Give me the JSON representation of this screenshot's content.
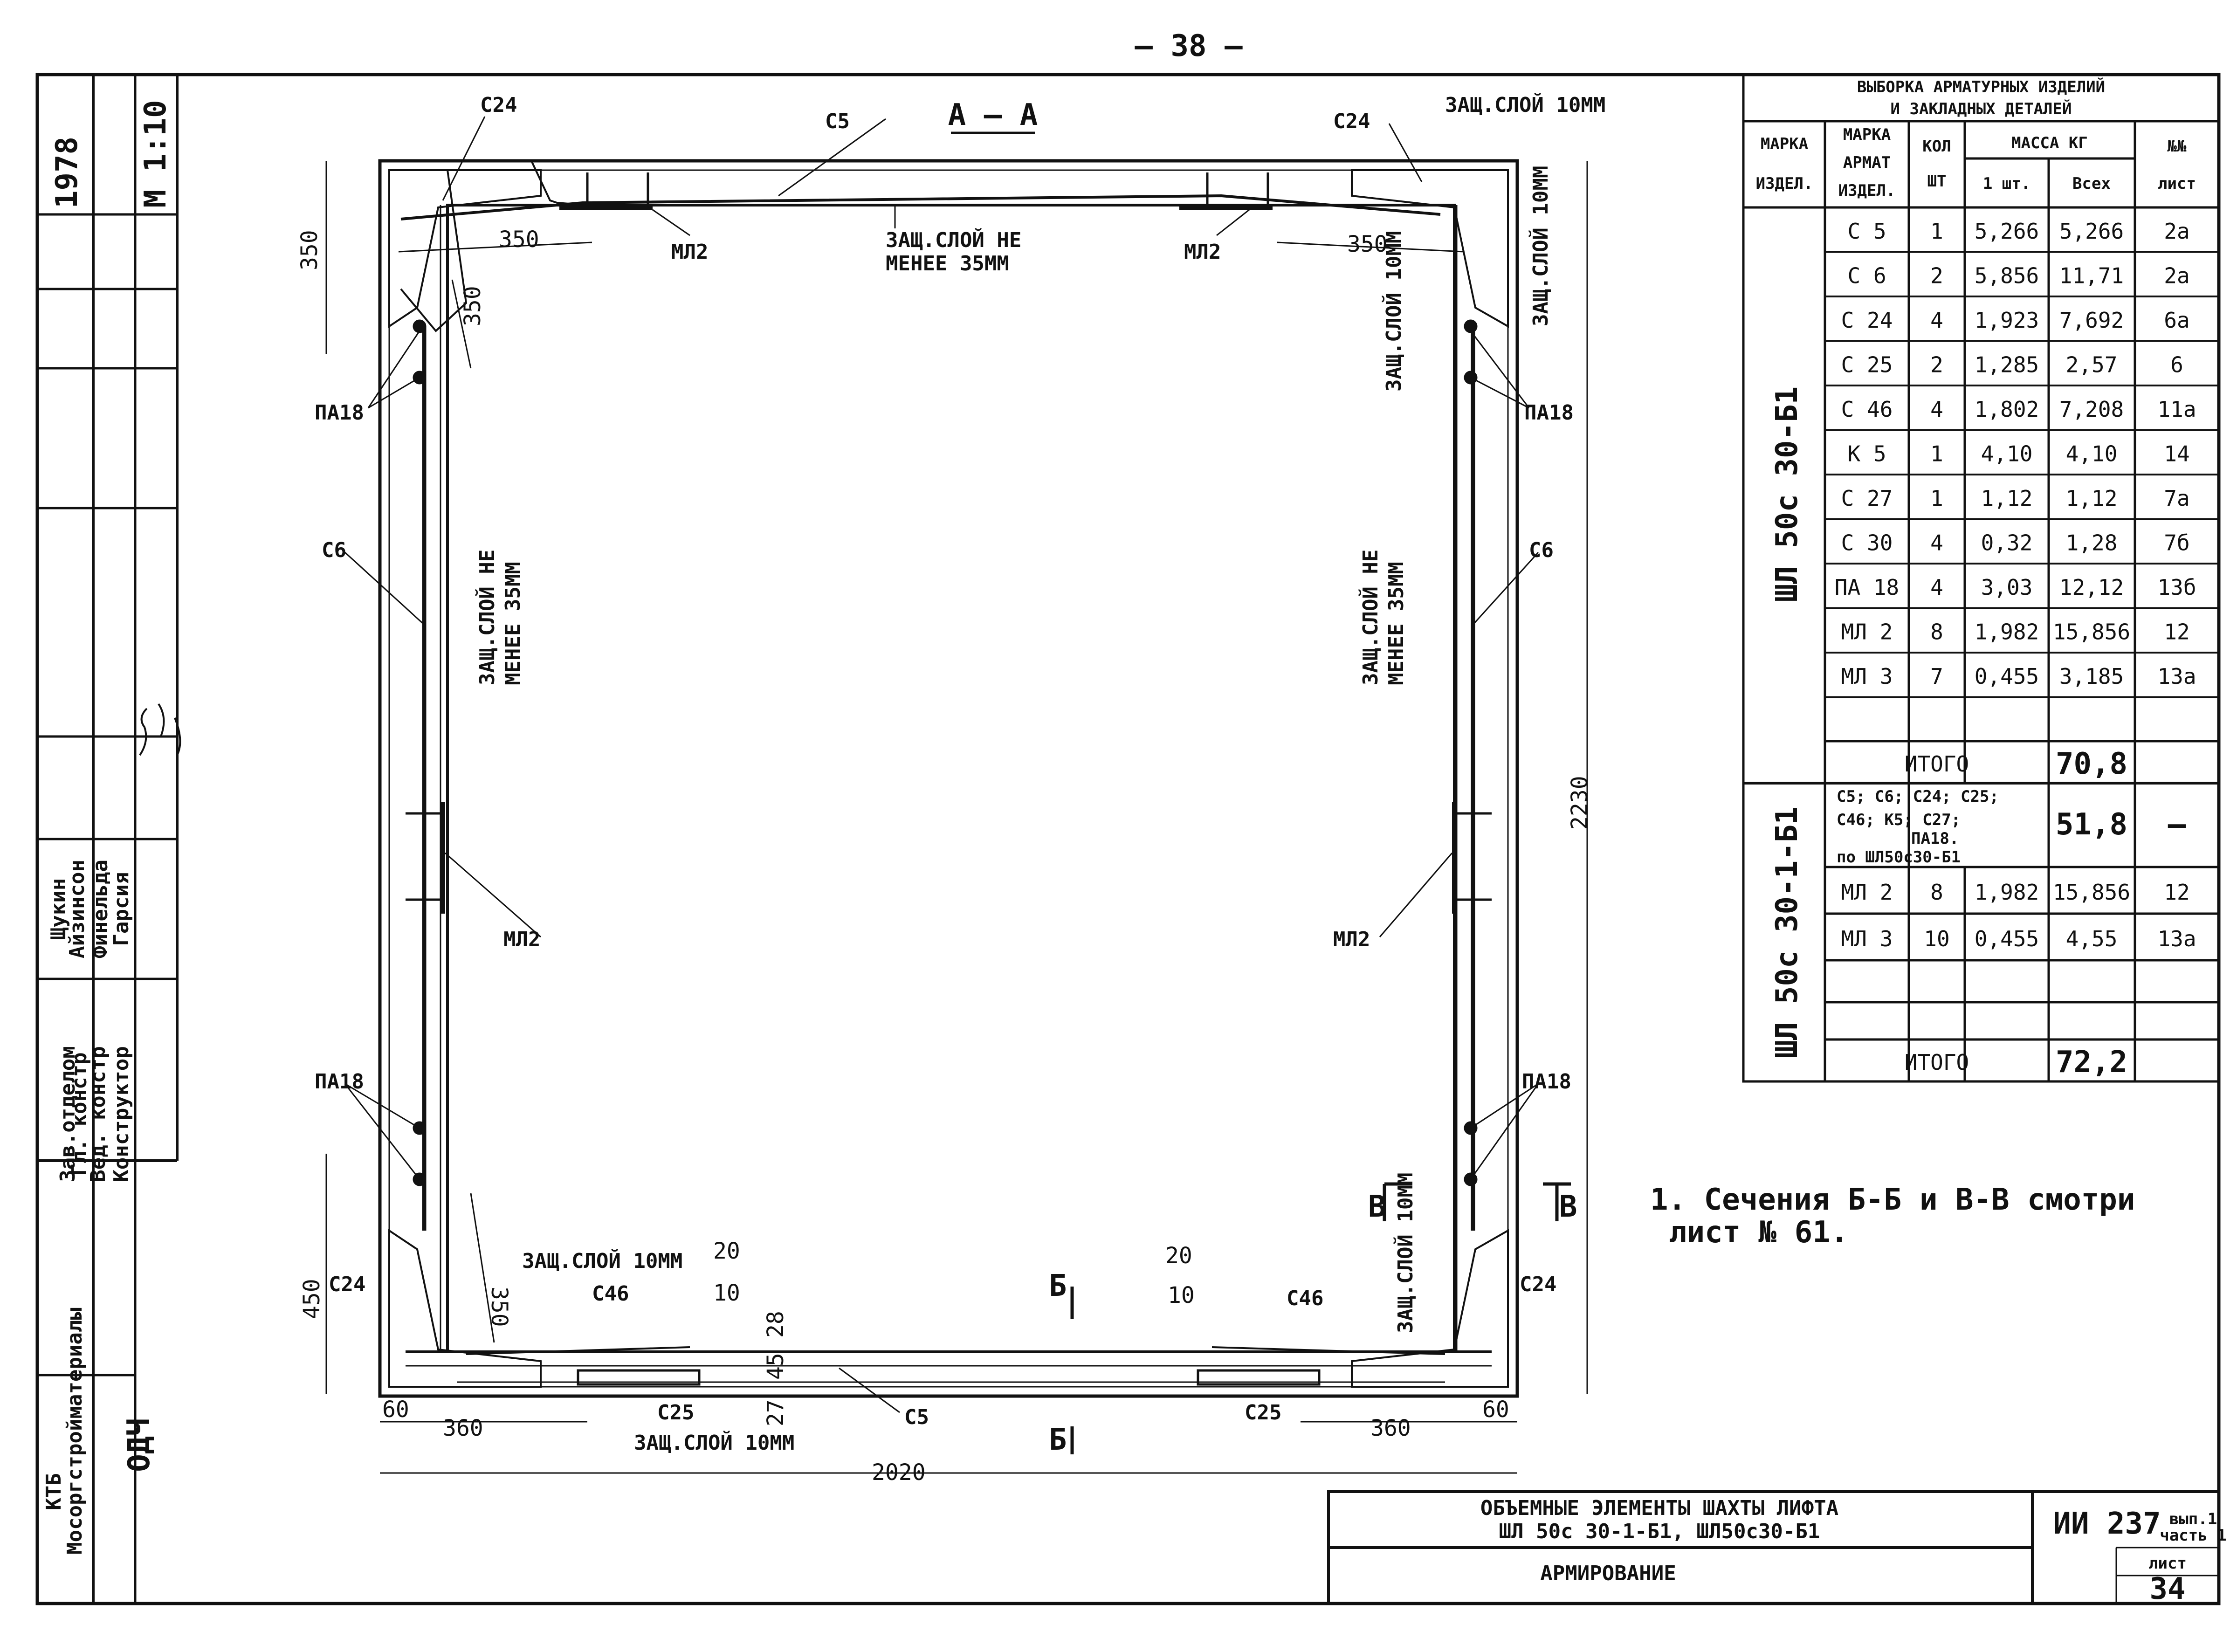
{
  "page_number": "— 38 —",
  "section_title": "А – А",
  "left_strip": {
    "year": "1978",
    "scale": "М 1:10",
    "org_top": "КТБ",
    "org_bottom": "Мосоргстройматериалы",
    "code": "ОДЧ",
    "roles": [
      "Зав.отделом",
      "Гл. констр",
      "Вед. констр",
      "Конструктор"
    ],
    "names": [
      "Щукин",
      "Айзинсон",
      "Финельда",
      "Гарсия"
    ]
  },
  "labels": {
    "c24": "С24",
    "c5": "С5",
    "c6": "С6",
    "c46": "С46",
    "c25": "С25",
    "m12": "МЛ2",
    "pa18": "ПА18",
    "cover_top": "ЗАЩ.СЛОЙ НЕ",
    "cover_bottom": "МЕНЕЕ 35ММ",
    "cover_10": "ЗАЩ.СЛОЙ 10ММ",
    "sec_b": "Б",
    "sec_v": "В"
  },
  "dims": {
    "d350": "350",
    "d2230": "2230",
    "d2020": "2020",
    "d360": "360",
    "d60": "60",
    "d450": "450",
    "d20": "20",
    "d10": "10",
    "d28": "28",
    "d45": "45",
    "d27": "27"
  },
  "note": [
    "1. Сечения Б-Б и В-В смотри",
    "лист № 61."
  ],
  "table": {
    "title1": "ВЫБОРКА АРМАТУРНЫХ ИЗДЕЛИЙ",
    "title2": "И ЗАКЛАДНЫХ ДЕТАЛЕЙ",
    "headers": {
      "mark_item": [
        "МАРКА",
        "ИЗДЕЛ."
      ],
      "mark_arm": [
        "МАРКА",
        "АРМАТ",
        "ИЗДЕЛ."
      ],
      "qty": [
        "КОЛ",
        "ШТ"
      ],
      "mass": "МАССА  КГ",
      "mass_one": "1 шт.",
      "mass_all": "Всех",
      "sheet": [
        "№№",
        "лист"
      ]
    },
    "group1": "ШЛ 50с 30-Б1",
    "rows1": [
      [
        "С 5",
        "1",
        "5,266",
        "5,266",
        "2а"
      ],
      [
        "С 6",
        "2",
        "5,856",
        "11,71",
        "2а"
      ],
      [
        "С 24",
        "4",
        "1,923",
        "7,692",
        "6а"
      ],
      [
        "С 25",
        "2",
        "1,285",
        "2,57",
        "6"
      ],
      [
        "С 46",
        "4",
        "1,802",
        "7,208",
        "11а"
      ],
      [
        "К 5",
        "1",
        "4,10",
        "4,10",
        "14"
      ],
      [
        "С 27",
        "1",
        "1,12",
        "1,12",
        "7а"
      ],
      [
        "С 30",
        "4",
        "0,32",
        "1,28",
        "7б"
      ],
      [
        "ПА 18",
        "4",
        "3,03",
        "12,12",
        "13б"
      ],
      [
        "МЛ 2",
        "8",
        "1,982",
        "15,856",
        "12"
      ],
      [
        "МЛ 3",
        "7",
        "0,455",
        "3,185",
        "13а"
      ]
    ],
    "total_label": "ИТОГО",
    "total1": "70,8",
    "group2": "ШЛ 50с 30-1-Б1",
    "combo_lines": [
      "С5; С6; С24; С25;",
      "С46; К5; С27;",
      "ПА18.",
      "по ШЛ50с30-Б1"
    ],
    "combo_mass": "51,8",
    "combo_sheet": "—",
    "rows2": [
      [
        "МЛ 2",
        "8",
        "1,982",
        "15,856",
        "12"
      ],
      [
        "МЛ 3",
        "10",
        "0,455",
        "4,55",
        "13а"
      ]
    ],
    "total2": "72,2"
  },
  "titleblock": {
    "line1": "ОБЪЕМНЫЕ ЭЛЕМЕНТЫ ШАХТЫ ЛИФТА",
    "line2": "ШЛ 50с 30-1-Б1,  ШЛ50с30-Б1",
    "line3": "АРМИРОВАНИЕ",
    "code": "ИИ 237",
    "vyp": "вып.1",
    "part": "часть 1",
    "sheet_label": "лист",
    "sheet": "34"
  }
}
